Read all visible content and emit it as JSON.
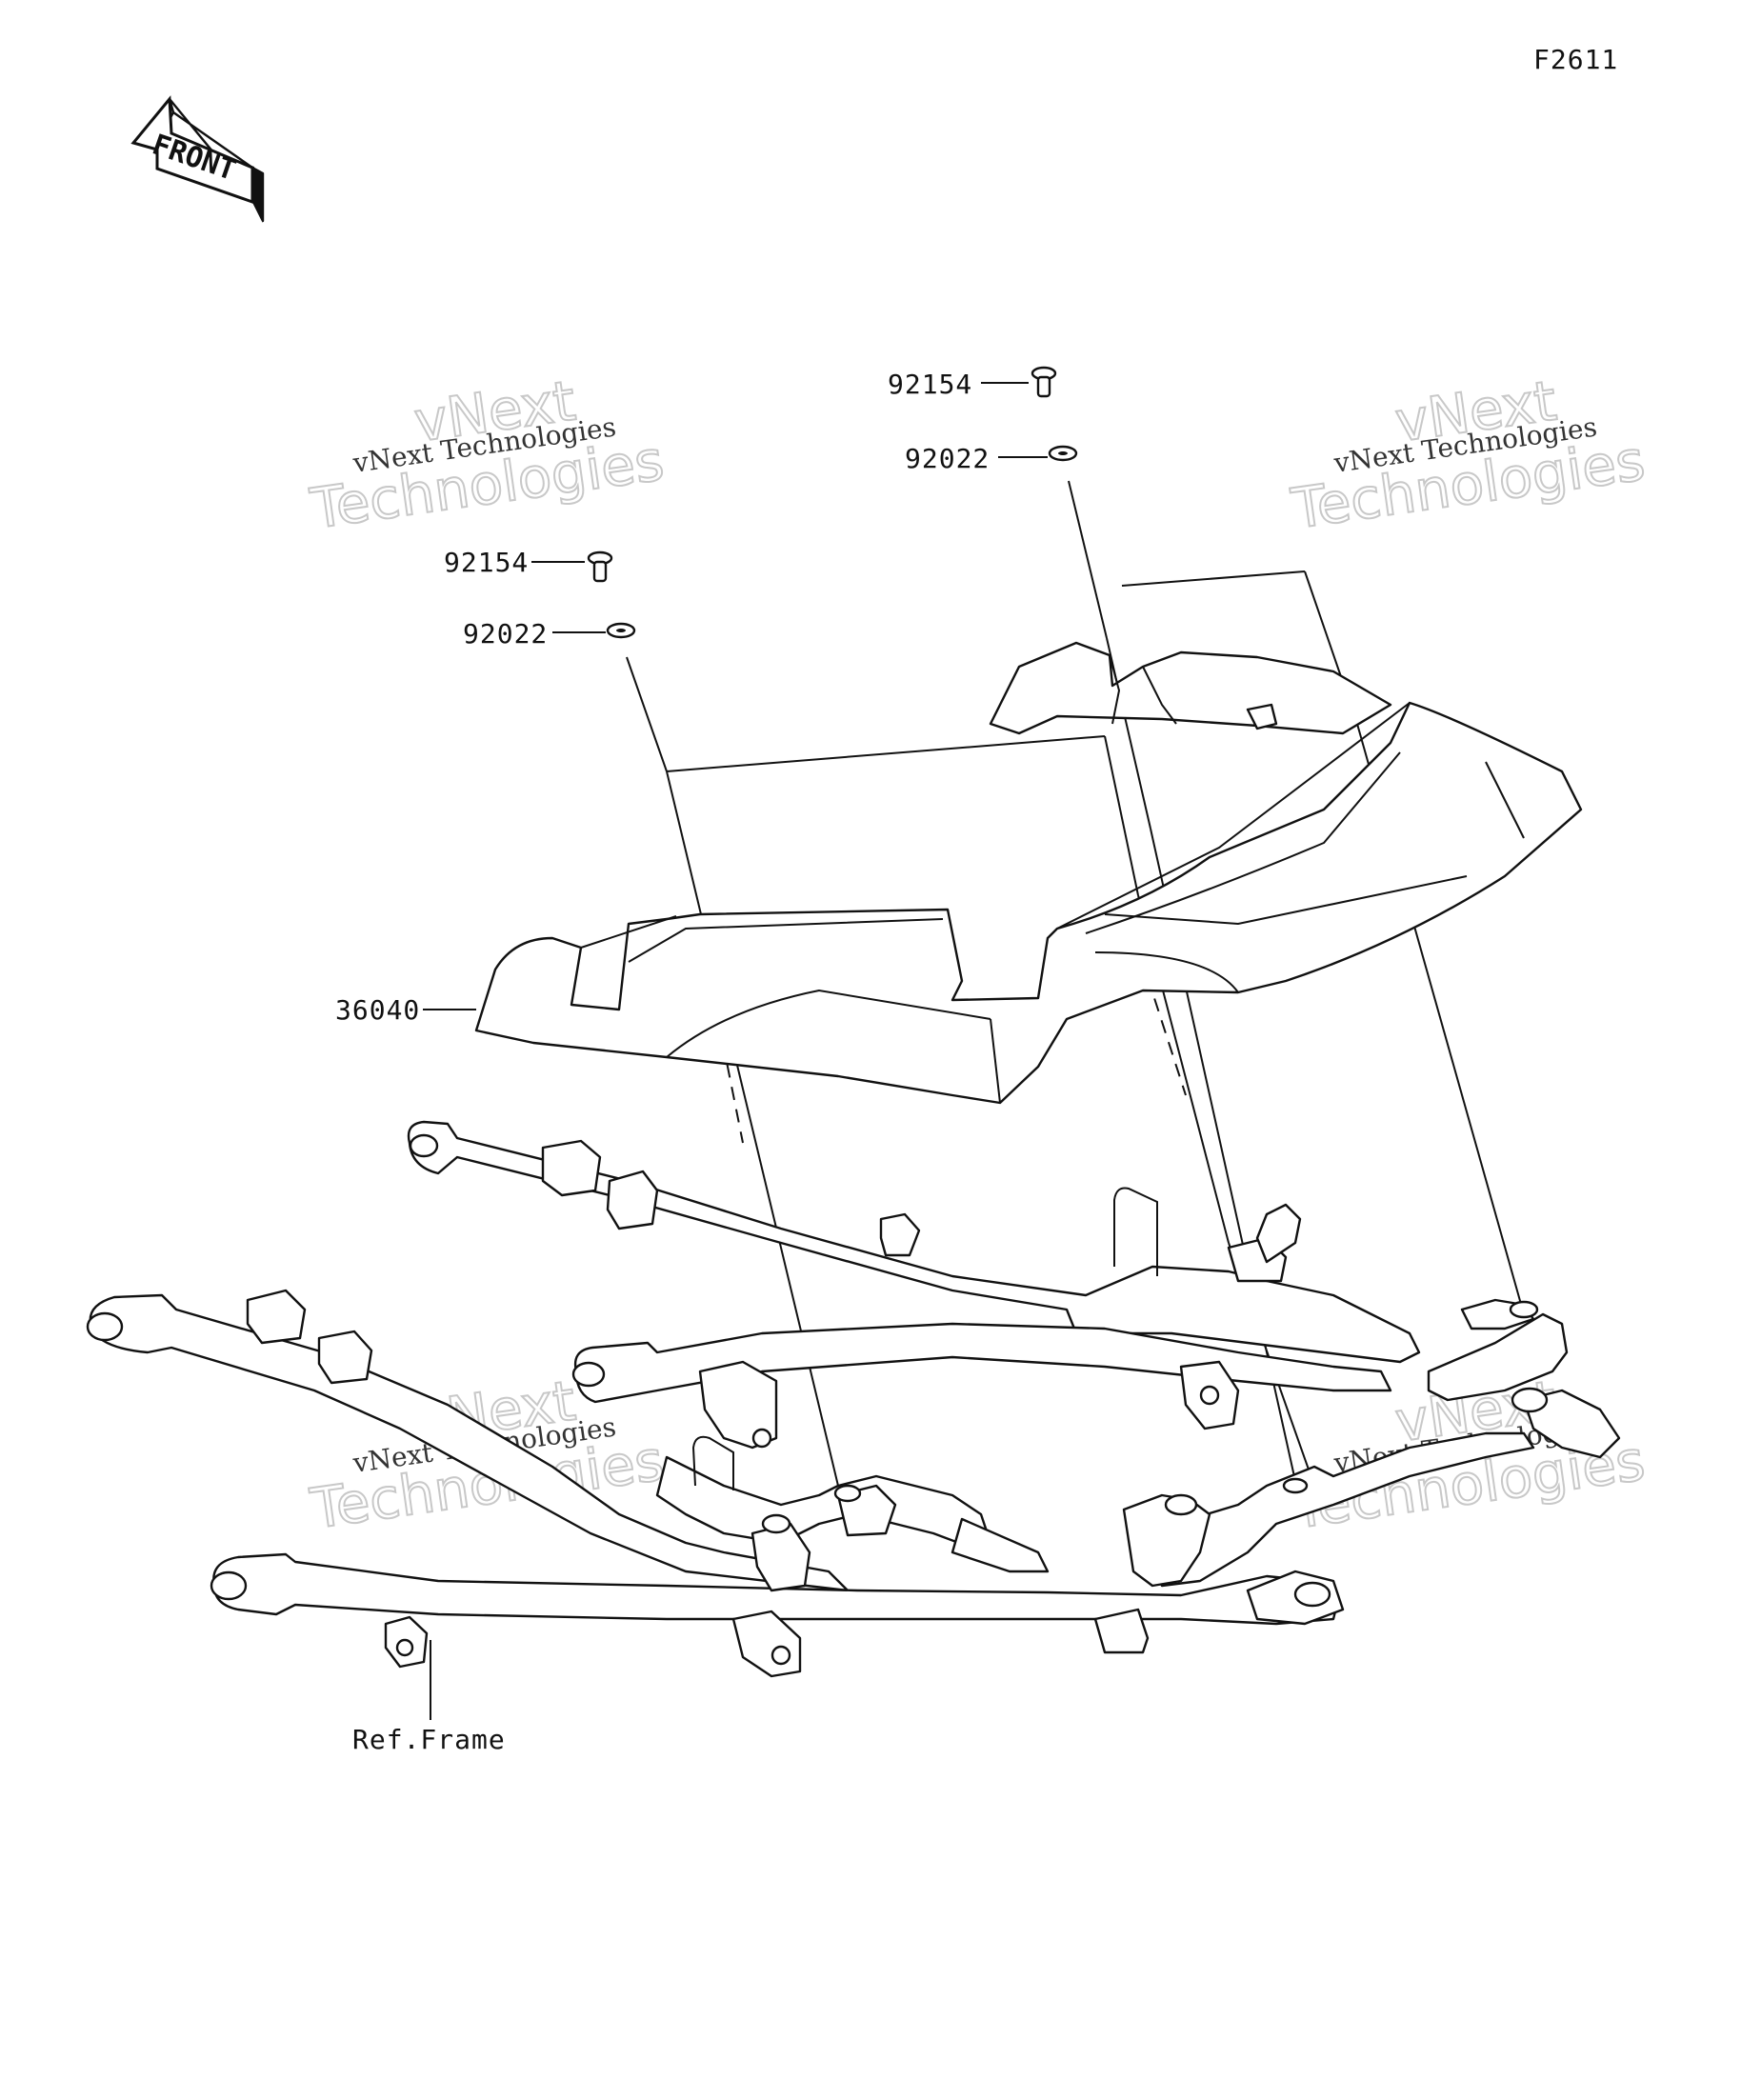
{
  "diagram_code": "F2611",
  "front_arrow": {
    "label": "FRONT",
    "icon": "front-direction-arrow-icon"
  },
  "parts": {
    "bolt_upper": "92154",
    "washer_upper": "92022",
    "bolt_left": "92154",
    "washer_left": "92022",
    "cover": "36040",
    "frame": "Ref.Frame"
  },
  "watermarks": {
    "company": "vNext Technologies",
    "word1": "vNext",
    "word2": "Technologies"
  }
}
